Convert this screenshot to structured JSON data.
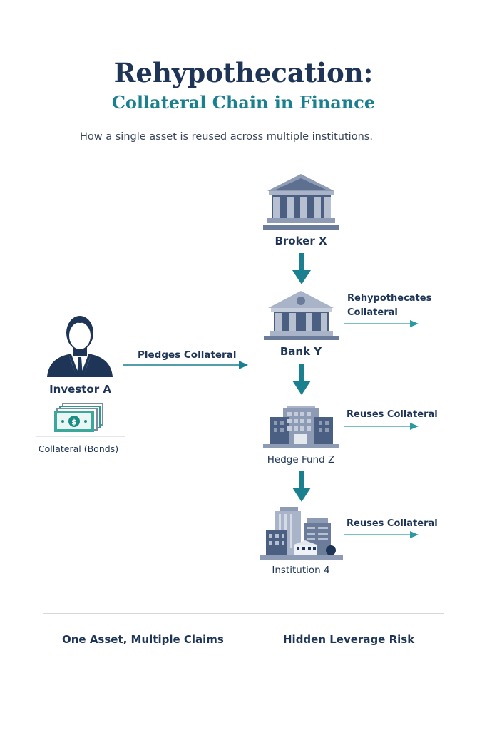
{
  "header": {
    "title": "Rehypothecation:",
    "subtitle": "Collateral Chain in Finance",
    "tagline": "How a single asset is reused across multiple institutions."
  },
  "investor": {
    "label": "Investor A",
    "asset_label": "Collateral (Bonds)",
    "flow_label": "Pledges Collateral"
  },
  "chain": [
    {
      "label": "Broker X",
      "icon": "bank-building-icon"
    },
    {
      "label": "Bank Y",
      "icon": "bank-building-icon",
      "flow_label": "Rehypothecates Collateral"
    },
    {
      "label": "Hedge Fund Z",
      "icon": "office-building-icon",
      "flow_label": "Reuses Collateral"
    },
    {
      "label": "Institution 4",
      "icon": "city-buildings-icon",
      "flow_label": "Reuses Collateral"
    }
  ],
  "footer": {
    "left": "One Asset, Multiple Claims",
    "right": "Hidden Leverage Risk"
  },
  "colors": {
    "navy": "#1e3557",
    "teal": "#1a7f8e",
    "building": "#8d9bb5",
    "building_dark": "#4a5f82"
  }
}
